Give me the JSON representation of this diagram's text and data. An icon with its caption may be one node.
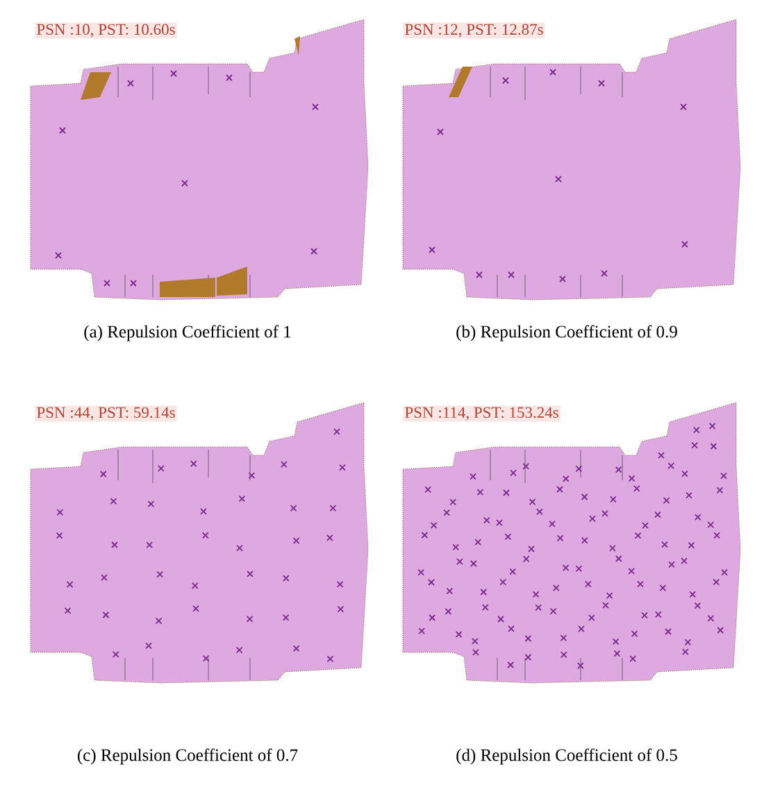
{
  "diagram": {
    "labels": [
      "PSN :10,  PST: 10.60s",
      "PSN :12,  PST: 12.87s",
      "(a) Repulsion Coefficient of 1",
      "(b) Repulsion Coefficient of 0.9",
      "PSN :44,  PST: 59.14s",
      "PSN :114,  PST: 153.24s",
      "(c) Repulsion Coefficient of 0.7",
      "(d) Repulsion Coefficient of 0.5"
    ]
  }
}
